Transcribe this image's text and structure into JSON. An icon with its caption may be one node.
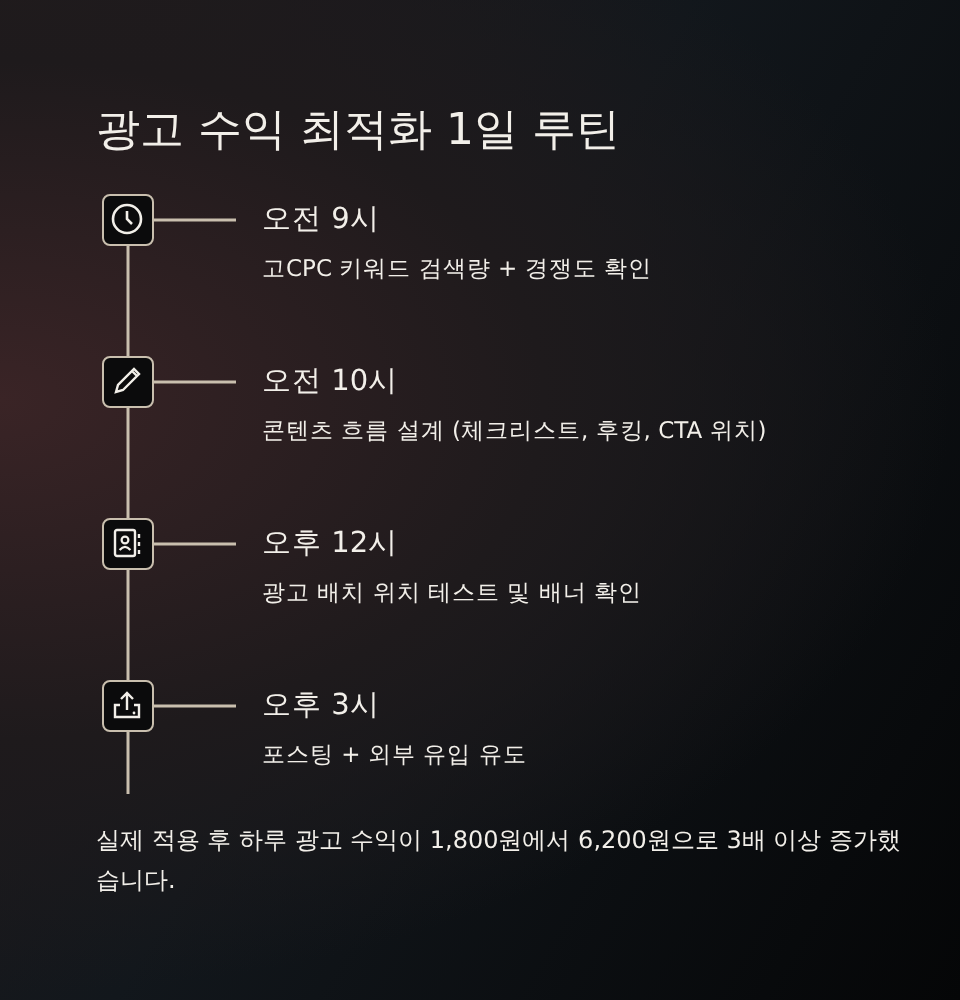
{
  "diagram": {
    "title": "광고 수익 최적화 1일 루틴",
    "nodes": [
      {
        "text": [],
        "shape": "clock"
      },
      {
        "text": [
          "오전 9시"
        ],
        "beside": [
          "고CPC 키워드 검색량 + 경쟁도 확인"
        ]
      },
      {
        "text": [],
        "shape": "pencil"
      },
      {
        "text": [
          "오전 10시"
        ],
        "beside": [
          "콘텐츠 흐름 설계 (체크리스트, 후킹, CTA 위치)"
        ]
      },
      {
        "text": [],
        "shape": "contact-book"
      },
      {
        "text": [
          "오후 12시"
        ],
        "beside": [
          "광고 배치 위치 테스트 및 배너 확인"
        ]
      },
      {
        "text": [],
        "shape": "upload"
      },
      {
        "text": [
          "오후 3시"
        ],
        "beside": [
          "포스팅 + 외부 유입 유도"
        ]
      }
    ],
    "edges": [
      {
        "from": 0,
        "to": 1,
        "arrow": "none"
      },
      {
        "from": 0,
        "to": 2,
        "arrow": "none"
      },
      {
        "from": 2,
        "to": 3,
        "arrow": "none"
      },
      {
        "from": 2,
        "to": 4,
        "arrow": "none"
      },
      {
        "from": 4,
        "to": 5,
        "arrow": "none"
      },
      {
        "from": 4,
        "to": 6,
        "arrow": "none"
      },
      {
        "from": 6,
        "to": 7,
        "arrow": "none"
      },
      {
        "from": 6,
        "to": null,
        "arrow": "none"
      }
    ],
    "labels": [
      "실제 적용 후 하루 광고 수익이 1,800원에서 6,200원으로 3배 이상 증가했습니다."
    ]
  }
}
